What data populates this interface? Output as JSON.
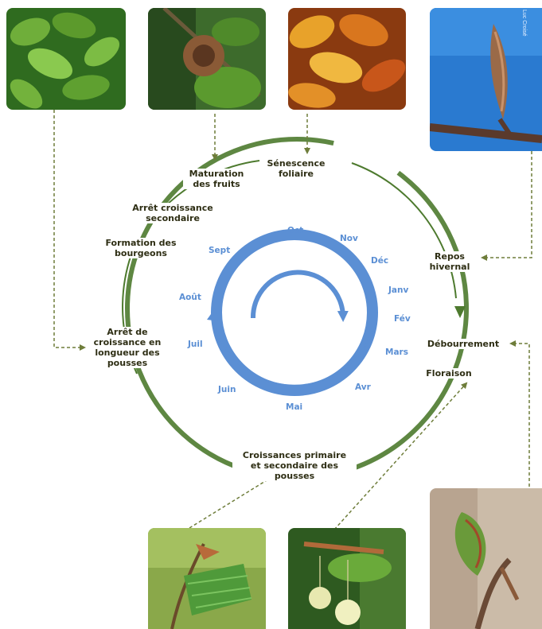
{
  "photos": {
    "top": [
      {
        "name": "beech-leaves-photo",
        "subject": "green beech leaves"
      },
      {
        "name": "beechnut-cupule-photo",
        "subject": "beech fruit husk"
      },
      {
        "name": "autumn-leaves-photo",
        "subject": "orange autumn leaves"
      },
      {
        "name": "winter-bud-photo",
        "subject": "dormant bud on blue sky"
      }
    ],
    "bottom": [
      {
        "name": "young-shoot-photo",
        "subject": "young pleated leaves"
      },
      {
        "name": "flowers-photo",
        "subject": "beech catkin flowers"
      },
      {
        "name": "budburst-photo",
        "subject": "opening bud"
      }
    ]
  },
  "credit": "Luc Croisé",
  "phases": {
    "fruit_maturation": "Maturation\ndes fruits",
    "leaf_senescence": "Sénescence\nfoliaire",
    "secondary_growth_stop": "Arrêt croissance\nsecondaire",
    "bud_formation": "Formation des\nbourgeons",
    "shoot_growth_stop": "Arrêt de\ncroissance en\nlongueur des\npousses",
    "winter_rest": "Repos\nhivernal",
    "budburst": "Débourrement",
    "flowering": "Floraison",
    "shoot_growth": "Croissances primaire\net secondaire des\npousses"
  },
  "months": [
    "Oct",
    "Nov",
    "Déc",
    "Janv",
    "Fév",
    "Mars",
    "Avr",
    "Mai",
    "Juin",
    "Juil",
    "Août",
    "Sept"
  ],
  "colors": {
    "cycle_green": "#4d7a2e",
    "month_blue": "#5b8fd4",
    "arrow_green": "#6e7d3a",
    "label_text": "#2e2e14"
  }
}
